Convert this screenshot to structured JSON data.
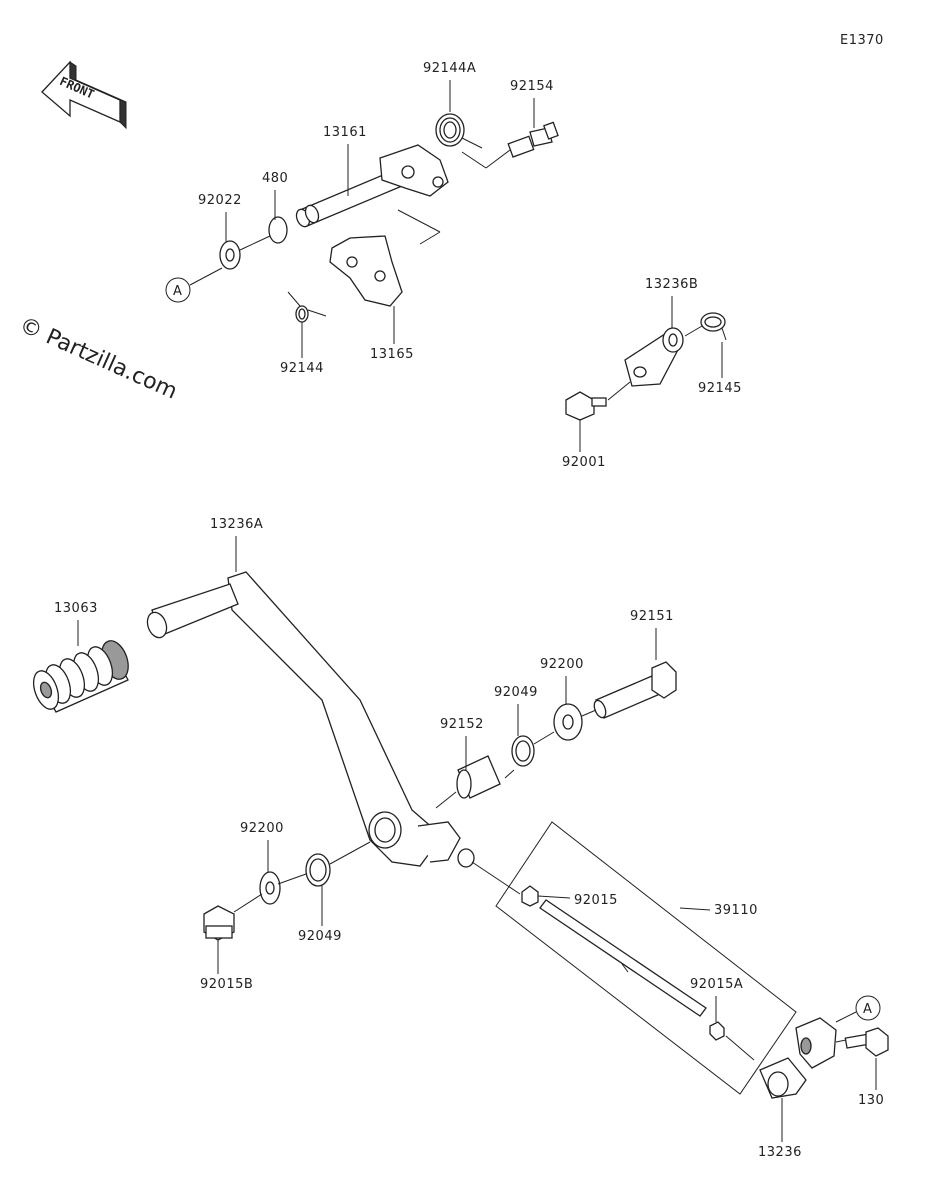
{
  "diagram_code": "E1370",
  "watermark": "© Partzilla.com",
  "front_label": "FRONT",
  "callout_ref": "A",
  "parts": {
    "p92144A": "92144A",
    "p92154": "92154",
    "p13161": "13161",
    "p480": "480",
    "p92022": "92022",
    "p92144": "92144",
    "p13165": "13165",
    "p13236B": "13236B",
    "p92145": "92145",
    "p92001": "92001",
    "p13236A": "13236A",
    "p13063": "13063",
    "p92151": "92151",
    "p92200_top": "92200",
    "p92049_top": "92049",
    "p92152": "92152",
    "p92200_bot": "92200",
    "p92049_bot": "92049",
    "p92015B": "92015B",
    "p92015": "92015",
    "p39110": "39110",
    "p92015A": "92015A",
    "p130": "130",
    "p13236": "13236"
  }
}
